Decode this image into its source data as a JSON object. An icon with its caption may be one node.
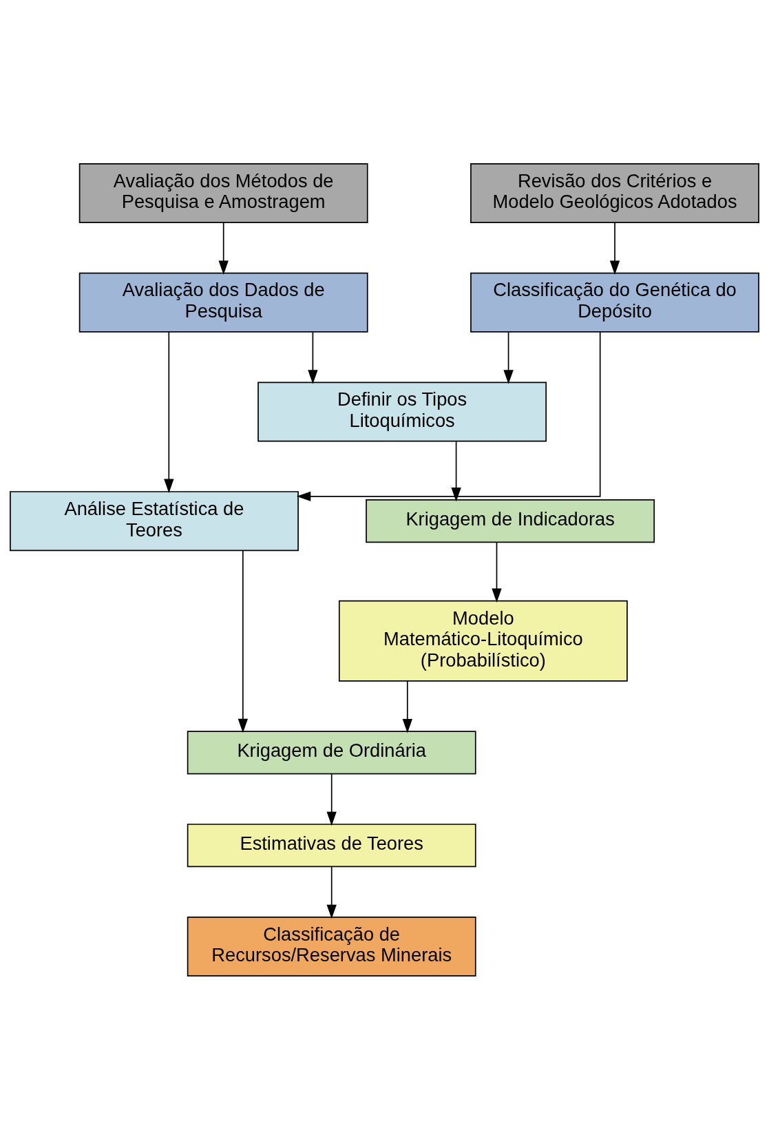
{
  "diagram": {
    "nodes": [
      {
        "text": [
          "Avaliação dos Métodos de Pesquisa e Amostragem"
        ]
      },
      {
        "text": [
          "Revisão dos Critérios e Modelo Geológicos Adotados"
        ]
      },
      {
        "text": [
          "Avaliação dos Dados de Pesquisa"
        ]
      },
      {
        "text": [
          "Classificação do Genética do Depósito"
        ]
      },
      {
        "text": [
          "Definir os Tipos Litoquímicos"
        ]
      },
      {
        "text": [
          "Análise Estatística de Teores"
        ]
      },
      {
        "text": [
          "Krigagem de Indicadoras"
        ]
      },
      {
        "text": [
          "Modelo Matemático-Litoquímico (Probabilístico)"
        ]
      },
      {
        "text": [
          "Krigagem de Ordinária"
        ]
      },
      {
        "text": [
          "Estimativas de Teores"
        ]
      },
      {
        "text": [
          "Classificação de Recursos/Reservas Minerais"
        ]
      }
    ],
    "edges": [
      {
        "from": 0,
        "to": 2,
        "arrow": "to"
      },
      {
        "from": 1,
        "to": 3,
        "arrow": "to"
      },
      {
        "from": 2,
        "to": 4,
        "arrow": "to"
      },
      {
        "from": 2,
        "to": 5,
        "arrow": "to"
      },
      {
        "from": 3,
        "to": 4,
        "arrow": "to"
      },
      {
        "from": 3,
        "to": 5,
        "arrow": "to"
      },
      {
        "from": 4,
        "to": 6,
        "arrow": "to"
      },
      {
        "from": 6,
        "to": 7,
        "arrow": "to"
      },
      {
        "from": 5,
        "to": 8,
        "arrow": "to"
      },
      {
        "from": 7,
        "to": 8,
        "arrow": "to"
      },
      {
        "from": 8,
        "to": 9,
        "arrow": "to"
      },
      {
        "from": 9,
        "to": 10,
        "arrow": "to"
      }
    ]
  }
}
